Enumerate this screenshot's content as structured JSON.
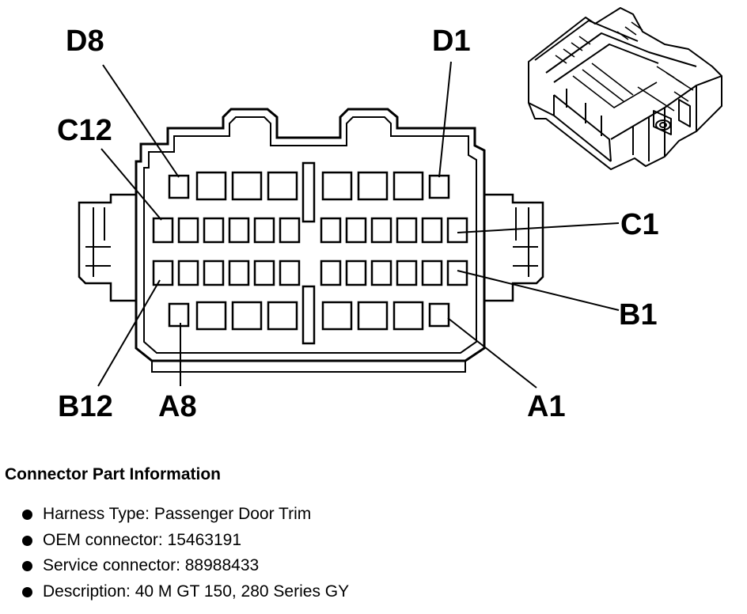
{
  "diagram": {
    "pin_labels": {
      "d8": "D8",
      "d1": "D1",
      "c12": "C12",
      "c1": "C1",
      "b1": "B1",
      "b12": "B12",
      "a8": "A8",
      "a1": "A1"
    },
    "views": [
      "connector-face",
      "connector-3d-isometric"
    ]
  },
  "info": {
    "title": "Connector Part Information",
    "items": [
      {
        "label": "Harness Type: Passenger Door Trim"
      },
      {
        "label": "OEM connector: 15463191"
      },
      {
        "label": "Service connector: 88988433"
      },
      {
        "label": "Description: 40 M GT 150, 280 Series GY"
      }
    ]
  }
}
